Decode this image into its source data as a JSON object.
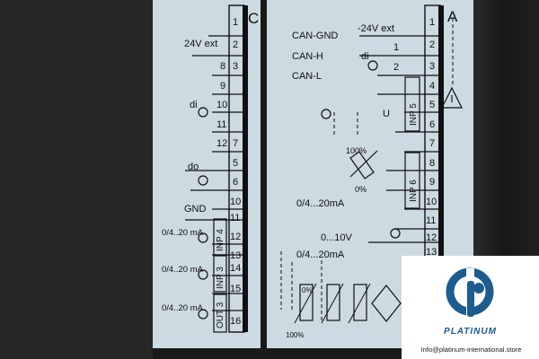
{
  "block_c": {
    "letter": "C",
    "terminals": [
      "1",
      "2",
      "3",
      "8",
      "9",
      "10",
      "11",
      "12",
      "7",
      "5",
      "6",
      "10",
      "11",
      "12",
      "13",
      "14",
      "15",
      "16"
    ],
    "labels": {
      "supply": "24V ext",
      "di": "di",
      "do": "do",
      "gnd": "GND",
      "ma": "0/4..20 mA",
      "inp4": "INP 4",
      "inp3": "INP 3",
      "out3": "OUT 3"
    }
  },
  "block_a": {
    "letter": "A",
    "terminals": [
      "1",
      "2",
      "3",
      "4",
      "5",
      "6",
      "7",
      "8",
      "9",
      "10",
      "11",
      "12",
      "13"
    ],
    "labels": {
      "can_gnd": "CAN-GND",
      "can_h": "CAN-H",
      "can_l": "CAN-L",
      "supply": "-24V ext",
      "one": "1",
      "two": "2",
      "di": "di",
      "u": "U",
      "inp5": "INP 5",
      "inp6": "INP 6",
      "pct100": "100%",
      "pct0": "0%",
      "ma": "0/4...20mA",
      "volt": "0...10V",
      "ma2": "0/4...20mA",
      "pct0b": "0%",
      "pct100b": "100%"
    }
  },
  "logo": {
    "name": "PLATINUM",
    "email": "Info@platinum-international.store"
  },
  "colors": {
    "panel": "#ccdae1",
    "housing": "#1d1d1d",
    "ink": "#101010",
    "brand": "#1c5c8f"
  }
}
